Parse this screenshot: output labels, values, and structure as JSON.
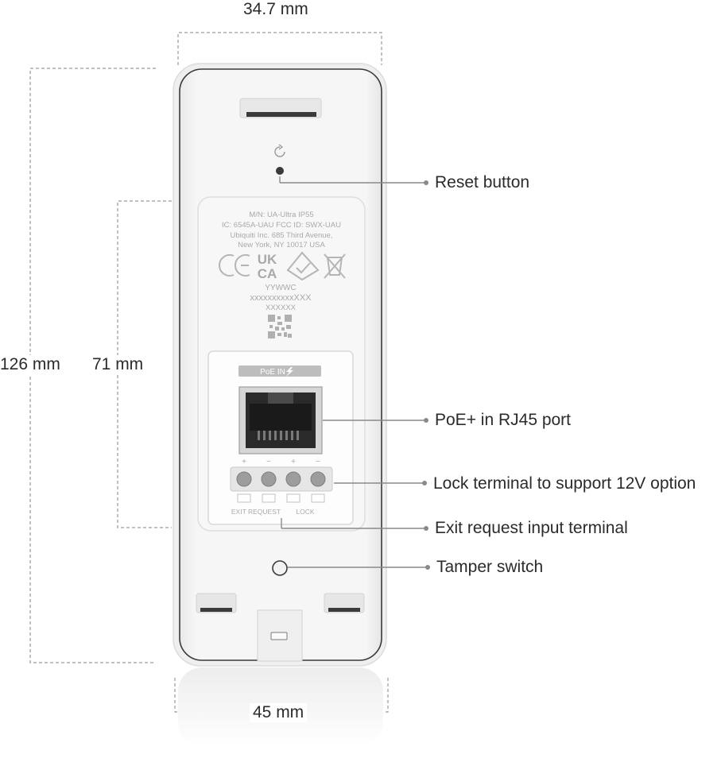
{
  "dimensions": {
    "top_width": "34.7 mm",
    "total_height": "126 mm",
    "panel_height": "71 mm",
    "bottom_width": "45 mm"
  },
  "callouts": {
    "reset": "Reset button",
    "rj45": "PoE+ in RJ45 port",
    "lock": "Lock terminal to support 12V option",
    "exit": "Exit request input terminal",
    "tamper": "Tamper switch"
  },
  "device_label": {
    "line1": "M/N: UA-Ultra   IP55",
    "line2": "IC: 6545A-UAU   FCC ID: SWX-UAU",
    "line3": "Ubiquiti Inc. 685 Third Avenue,",
    "line4": "New York, NY 10017 USA",
    "date_code": "YYWWC",
    "serial": "xxxxxxxxxxXXX",
    "serial2": "XXXXXX",
    "ce_mark": "CE",
    "ukca_top": "UK",
    "ukca_bottom": "CA"
  },
  "port_label": "PoE IN",
  "terminal_polarity": [
    "+",
    "−",
    "+",
    "−"
  ],
  "terminal_labels": {
    "exit_request": "EXIT REQUEST",
    "lock": "LOCK"
  },
  "colors": {
    "housing": "#f4f4f4",
    "outline": "#d9d9d9",
    "leader": "#8a8a8a",
    "port": "#2a2a2a"
  },
  "icons": [
    "reset-icon",
    "qr-code-icon",
    "weee-bin-icon",
    "rcm-mark-icon",
    "lightning-icon"
  ]
}
